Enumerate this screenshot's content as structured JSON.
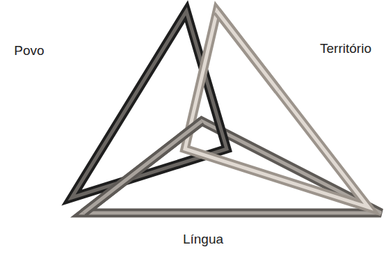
{
  "diagram": {
    "labels": [
      "Povo",
      "Território",
      "Língua"
    ]
  }
}
